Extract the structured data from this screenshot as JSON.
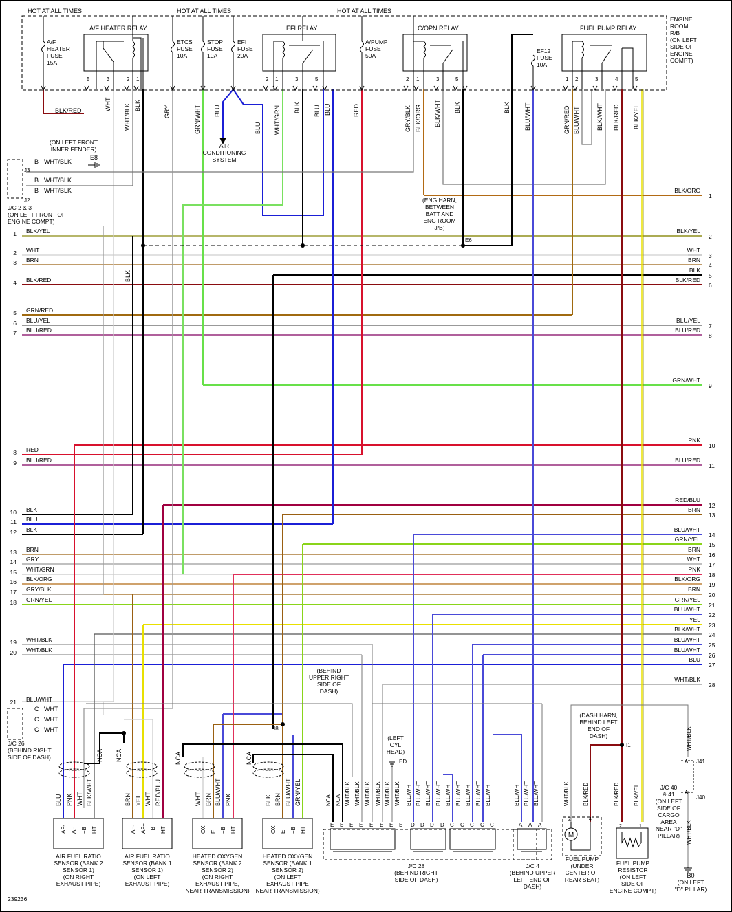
{
  "hot_labels": [
    "HOT AT ALL TIMES",
    "HOT AT ALL TIMES",
    "HOT AT ALL TIMES"
  ],
  "relays": {
    "af_heater_relay": "A/F HEATER RELAY",
    "efi_relay": "EFI RELAY",
    "copn_relay": "C/OPN RELAY",
    "fuel_pump_relay": "FUEL PUMP RELAY"
  },
  "fuses": {
    "af_heater": [
      "A/F",
      "HEATER",
      "FUSE",
      "15A"
    ],
    "etcs": [
      "ETCS",
      "FUSE",
      "10A"
    ],
    "stop": [
      "STOP",
      "FUSE",
      "10A"
    ],
    "efi": [
      "EFI",
      "FUSE",
      "20A"
    ],
    "apump": [
      "A/PUMP",
      "FUSE",
      "50A"
    ],
    "ef12": [
      "EF12",
      "FUSE",
      "10A"
    ]
  },
  "engine_room_rb": [
    "ENGINE",
    "ROOM",
    "R/B",
    "(ON LEFT",
    "SIDE OF",
    "ENGINE",
    "COMPT)"
  ],
  "relay_pins": {
    "af": [
      "5",
      "3",
      "2",
      "1"
    ],
    "efi": [
      "2",
      "1",
      "3",
      "5"
    ],
    "copn": [
      "2",
      "1",
      "3",
      "5"
    ],
    "fp": [
      "1",
      "2",
      "3",
      "4",
      "5"
    ]
  },
  "top_wires": [
    "BLK/RED",
    "WHT",
    "WHT/BLK",
    "BLK",
    "GRY",
    "GRN/WHT",
    "BLU",
    "BLU",
    "WHT/GRN",
    "BLK",
    "BLU",
    "BLU",
    "RED",
    "GRY/BLK",
    "BLK/ORG",
    "BLK/WHT",
    "BLK",
    "BLK",
    "BLU/WHT",
    "GRN/RED",
    "BLU/WHT",
    "BLK/WHT",
    "BLK/RED",
    "BLK/YEL"
  ],
  "ac_system": [
    "AIR",
    "CONDITIONING",
    "SYSTEM"
  ],
  "left_front_inner_fender": [
    "(ON LEFT FRONT",
    "INNER FENDER)"
  ],
  "e8": "E8",
  "jc23_pins": [
    "B",
    "J3",
    "B",
    "B",
    "J2"
  ],
  "jc23_wires": [
    "WHT/BLK",
    "WHT/BLK",
    "WHT/BLK"
  ],
  "jc23_label": [
    "J/C 2 & 3",
    "(ON LEFT FRONT OF",
    "ENGINE COMPT)"
  ],
  "eng_harn": [
    "(ENG HARN,",
    "BETWEEN",
    "BATT AND",
    "ENG ROOM",
    "J/B)"
  ],
  "e6": "E6",
  "left_rows": [
    {
      "num": "1",
      "wire": "BLK/YEL"
    },
    {
      "num": "2",
      "wire": "WHT"
    },
    {
      "num": "3",
      "wire": "BRN"
    },
    {
      "num": "4",
      "wire": "BLK/RED"
    },
    {
      "num": "5",
      "wire": "GRN/RED"
    },
    {
      "num": "6",
      "wire": "BLU/YEL"
    },
    {
      "num": "7",
      "wire": "BLU/RED"
    },
    {
      "num": "8",
      "wire": "RED"
    },
    {
      "num": "9",
      "wire": "BLU/RED"
    },
    {
      "num": "10",
      "wire": "BLK"
    },
    {
      "num": "11",
      "wire": "BLU"
    },
    {
      "num": "12",
      "wire": "BLK"
    },
    {
      "num": "13",
      "wire": "BRN"
    },
    {
      "num": "14",
      "wire": "GRY"
    },
    {
      "num": "15",
      "wire": "WHT/GRN"
    },
    {
      "num": "16",
      "wire": "BLK/ORG"
    },
    {
      "num": "17",
      "wire": "GRY/BLK"
    },
    {
      "num": "18",
      "wire": "GRN/YEL"
    },
    {
      "num": "19",
      "wire": "WHT/BLK"
    },
    {
      "num": "20",
      "wire": "WHT/BLK"
    },
    {
      "num": "21",
      "wire": "BLU/WHT"
    }
  ],
  "left_blk_vert": "BLK",
  "right_rows": [
    {
      "num": "1",
      "wire": "BLK/ORG"
    },
    {
      "num": "2",
      "wire": "BLK/YEL"
    },
    {
      "num": "3",
      "wire": "WHT"
    },
    {
      "num": "4",
      "wire": "BRN"
    },
    {
      "num": "5",
      "wire": "BLK"
    },
    {
      "num": "6",
      "wire": "BLK/RED"
    },
    {
      "num": "7",
      "wire": "BLU/YEL"
    },
    {
      "num": "8",
      "wire": "BLU/RED"
    },
    {
      "num": "9",
      "wire": "GRN/WHT"
    },
    {
      "num": "10",
      "wire": "PNK"
    },
    {
      "num": "11",
      "wire": "BLU/RED"
    },
    {
      "num": "12",
      "wire": "RED/BLU"
    },
    {
      "num": "13",
      "wire": "BRN"
    },
    {
      "num": "14",
      "wire": "BLU/WHT"
    },
    {
      "num": "15",
      "wire": "GRN/YEL"
    },
    {
      "num": "16",
      "wire": "BRN"
    },
    {
      "num": "17",
      "wire": "WHT"
    },
    {
      "num": "18",
      "wire": "PNK"
    },
    {
      "num": "19",
      "wire": "BLK/ORG"
    },
    {
      "num": "20",
      "wire": "BRN"
    },
    {
      "num": "21",
      "wire": "GRN/YEL"
    },
    {
      "num": "22",
      "wire": "BLU/WHT"
    },
    {
      "num": "23",
      "wire": "YEL"
    },
    {
      "num": "24",
      "wire": "BLK/WHT"
    },
    {
      "num": "25",
      "wire": "BLU/WHT"
    },
    {
      "num": "26",
      "wire": "BLU/WHT"
    },
    {
      "num": "27",
      "wire": "BLU"
    },
    {
      "num": "28",
      "wire": "WHT/BLK"
    }
  ],
  "jc26_pins": [
    "C",
    "C",
    "C"
  ],
  "jc26_wires": [
    "WHT",
    "WHT",
    "WHT"
  ],
  "jc26_label": [
    "J/C 26",
    "(BEHIND RIGHT",
    "SIDE OF DASH)"
  ],
  "i8": "I8",
  "behind_upper_right": [
    "(BEHIND",
    "UPPER RIGHT",
    "SIDE OF",
    "DASH)"
  ],
  "left_cyl_head": [
    "(LEFT",
    "CYL",
    "HEAD)"
  ],
  "ed": "ED",
  "dash_harn": [
    "(DASH HARN,",
    "BEHIND LEFT",
    "END OF",
    "DASH)"
  ],
  "i1": "I1",
  "nca": "NCA",
  "sensor1": {
    "wires": [
      "BLU",
      "PNK",
      "WHT",
      "BLK/WHT"
    ],
    "pins": [
      "AF-",
      "AF+",
      "+B",
      "HT"
    ],
    "label": [
      "AIR FUEL RATIO",
      "SENSOR (BANK 2",
      "SENSOR 1)",
      "(ON RIGHT",
      "EXHAUST PIPE)"
    ]
  },
  "sensor2": {
    "wires": [
      "BRN",
      "YEL",
      "WHT",
      "RED/BLU"
    ],
    "pins": [
      "AF-",
      "AF+",
      "+B",
      "HT"
    ],
    "label": [
      "AIR FUEL RATIO",
      "SENSOR (BANK 1",
      "SENSOR 1)",
      "(ON LEFT",
      "EXHAUST PIPE)"
    ]
  },
  "sensor3": {
    "wires": [
      "WHT",
      "BRN",
      "BLU/WHT",
      "PNK"
    ],
    "pins": [
      "OX",
      "EI",
      "+B",
      "HT"
    ],
    "label": [
      "HEATED OXYGEN",
      "SENSOR (BANK 2",
      "SENSOR 2)",
      "(ON RIGHT",
      "EXHAUST PIPE,",
      "NEAR TRANSMISSION)"
    ]
  },
  "sensor4": {
    "wires": [
      "BLK",
      "BRN",
      "BLU/WHT",
      "GRN/YEL"
    ],
    "pins": [
      "OX",
      "EI",
      "+B",
      "HT"
    ],
    "label": [
      "HEATED OXYGEN",
      "SENSOR (BANK 1",
      "SENSOR 2)",
      "(ON LEFT",
      "EXHAUST PIPE",
      "NEAR TRANSMISSION)"
    ]
  },
  "jc28": {
    "wires": [
      "NCA",
      "NCA",
      "WHT/BLK",
      "WHT/BLK",
      "WHT/BLK",
      "WHT/BLK",
      "WHT/BLK",
      "WHT/BLK",
      "BLU/WHT",
      "BLU/WHT",
      "BLU/WHT",
      "BLU/WHT",
      "BLU/WHT",
      "BLU/WHT",
      "BLU/WHT",
      "BLU/WHT",
      "BLU/WHT"
    ],
    "pins": [
      "E",
      "E",
      "E",
      "E",
      "E",
      "E",
      "E",
      "E",
      "D",
      "D",
      "D",
      "D",
      "C",
      "C",
      "C",
      "C",
      "C"
    ],
    "label": [
      "J/C 28",
      "(BEHIND RIGHT",
      "SIDE OF DASH)"
    ]
  },
  "jc4": {
    "wires": [
      "BLU/WHT",
      "BLU/WHT",
      "BLU/WHT"
    ],
    "pins": [
      "A",
      "A",
      "A"
    ],
    "label": [
      "J/C 4",
      "(BEHIND UPPER",
      "LEFT END OF",
      "DASH)"
    ]
  },
  "fuel_pump": {
    "wires": [
      "WHT/BLK",
      "BLK/RED"
    ],
    "pins": [
      "2",
      "4"
    ],
    "label": [
      "FUEL PUMP",
      "(UNDER",
      "CENTER OF",
      "REAR SEAT)"
    ]
  },
  "fp_resistor": {
    "wires": [
      "BLK/RED",
      "BLK/YEL"
    ],
    "pins": [
      "2",
      "1"
    ],
    "label": [
      "FUEL PUMP",
      "RESISTOR",
      "(ON LEFT",
      "SIDE OF",
      "ENGINE COMPT)"
    ]
  },
  "jc40": {
    "pins": [
      "A",
      "A"
    ],
    "conns": [
      "J41",
      "J40"
    ],
    "wires": [
      "WHT/BLK",
      "WHT/BLK"
    ],
    "label": [
      "J/C 40",
      "& 41",
      "(ON LEFT",
      "SIDE OF",
      "CARGO",
      "AREA",
      "NEAR \"D\"",
      "PILLAR)"
    ]
  },
  "b0": {
    "id": "B0",
    "label": [
      "(ON LEFT",
      "\"D\" PILLAR)"
    ]
  },
  "motor_symbol": "M",
  "diagram_id": "239236",
  "colors": {
    "RED": "#d8112d",
    "BLU": "#1b1fd6",
    "GRN": "#39c218",
    "YEL": "#e8e000",
    "BRN": "#9a6012",
    "GRY": "#9a9a9a",
    "BLK": "#000000",
    "BLK_RED": "#8a0c10",
    "BLU_RED": "#800060",
    "BLU_WHT": "#4a4ad8",
    "GRN_WHT": "#68e04a",
    "GRN_YEL": "#8ad41a",
    "WHT_GRN": "#7ae060",
    "BLK_YEL": "#8a8a10",
    "GRN_RED": "#a06a10",
    "BLK_ORG": "#b26a14",
    "RED_BLU": "#a00040",
    "PNK": "#e0305a"
  }
}
